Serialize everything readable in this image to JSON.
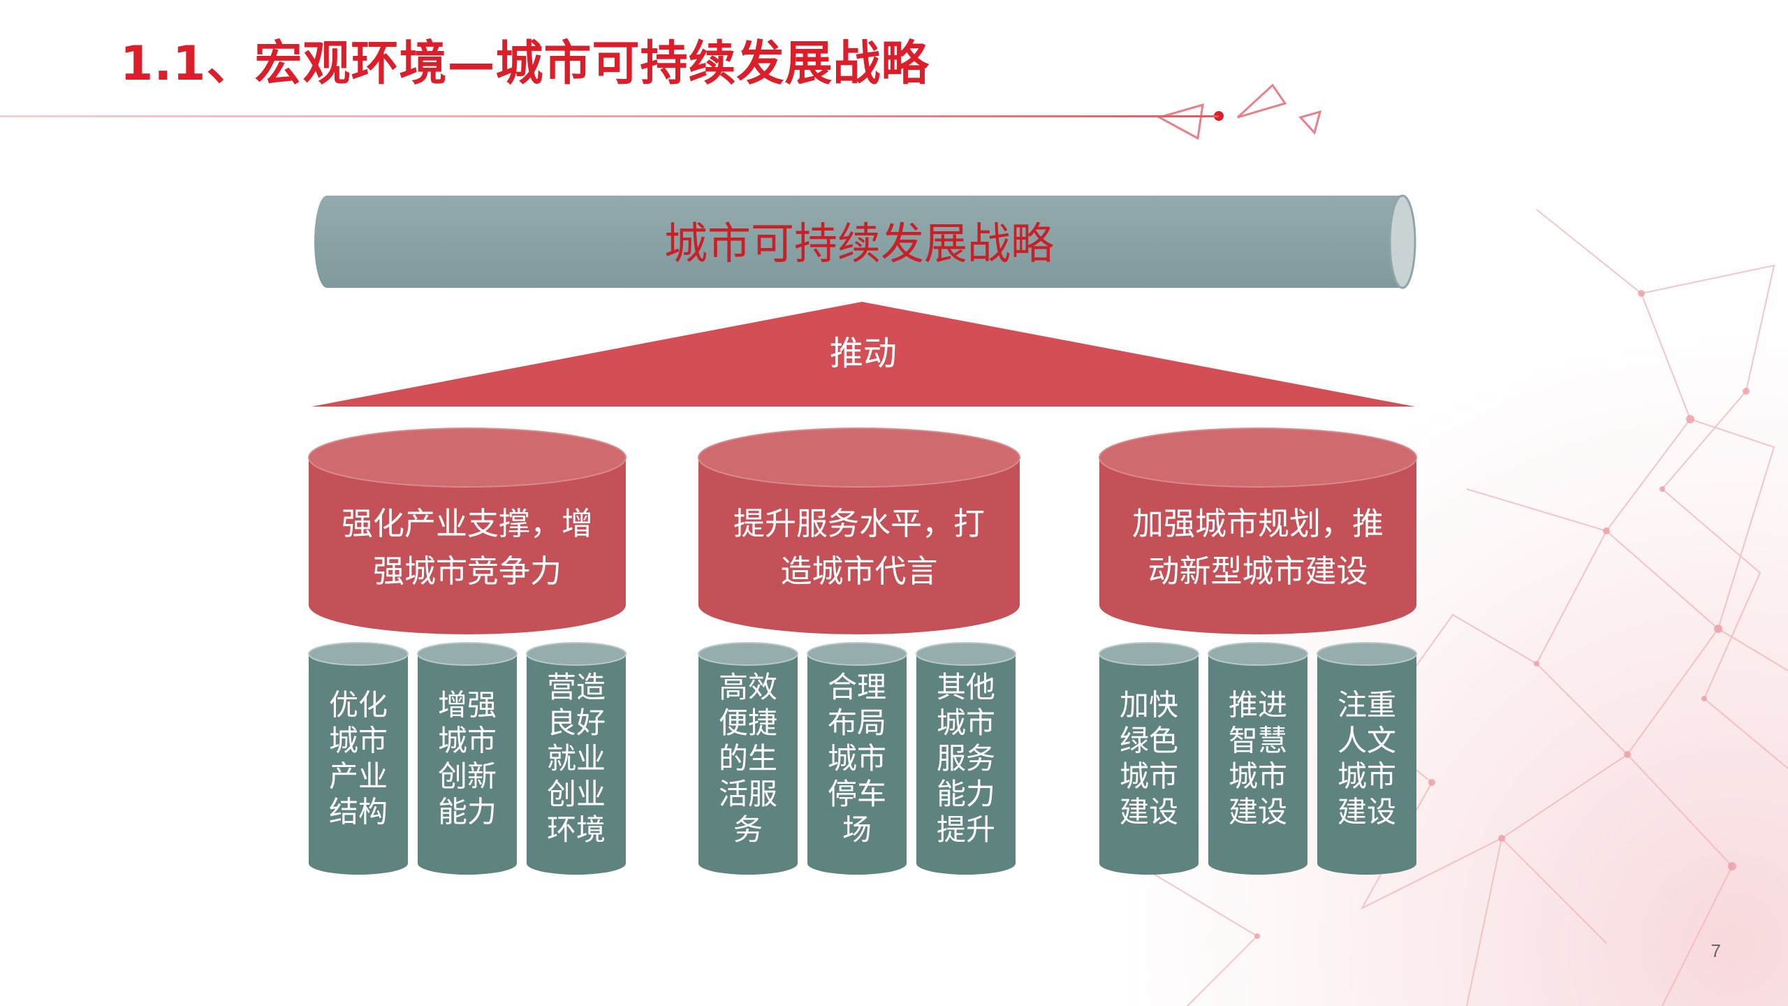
{
  "slide": {
    "title": "1.1、宏观环境—城市可持续发展战略",
    "page_number": "7"
  },
  "diagram": {
    "top_label": "城市可持续发展战略",
    "drive_label": "推动",
    "pillars": [
      {
        "lines": [
          "强化产业支撑，增",
          "强城市竞争力"
        ],
        "items": [
          [
            "优化",
            "城市",
            "产业",
            "结构"
          ],
          [
            "增强",
            "城市",
            "创新",
            "能力"
          ],
          [
            "营造",
            "良好",
            "就业",
            "创业",
            "环境"
          ]
        ]
      },
      {
        "lines": [
          "提升服务水平，打",
          "造城市代言"
        ],
        "items": [
          [
            "高效",
            "便捷",
            "的生",
            "活服",
            "务"
          ],
          [
            "合理",
            "布局",
            "城市",
            "停车",
            "场"
          ],
          [
            "其他",
            "城市",
            "服务",
            "能力",
            "提升"
          ]
        ]
      },
      {
        "lines": [
          "加强城市规划，推",
          "动新型城市建设"
        ],
        "items": [
          [
            "加快",
            "绿色",
            "城市",
            "建设"
          ],
          [
            "推进",
            "智慧",
            "城市",
            "建设"
          ],
          [
            "注重",
            "人文",
            "城市",
            "建设"
          ]
        ]
      }
    ]
  },
  "colors": {
    "title_red": "#dc1e2a",
    "banner_teal": "#87a1a4",
    "banner_text": "#c91f27",
    "triangle_red": "#d44f55",
    "cylinder_red": "#c45157",
    "cylinder_red_top": "#cf6a6f",
    "column_teal": "#5f8480",
    "column_top": "#95adad"
  }
}
